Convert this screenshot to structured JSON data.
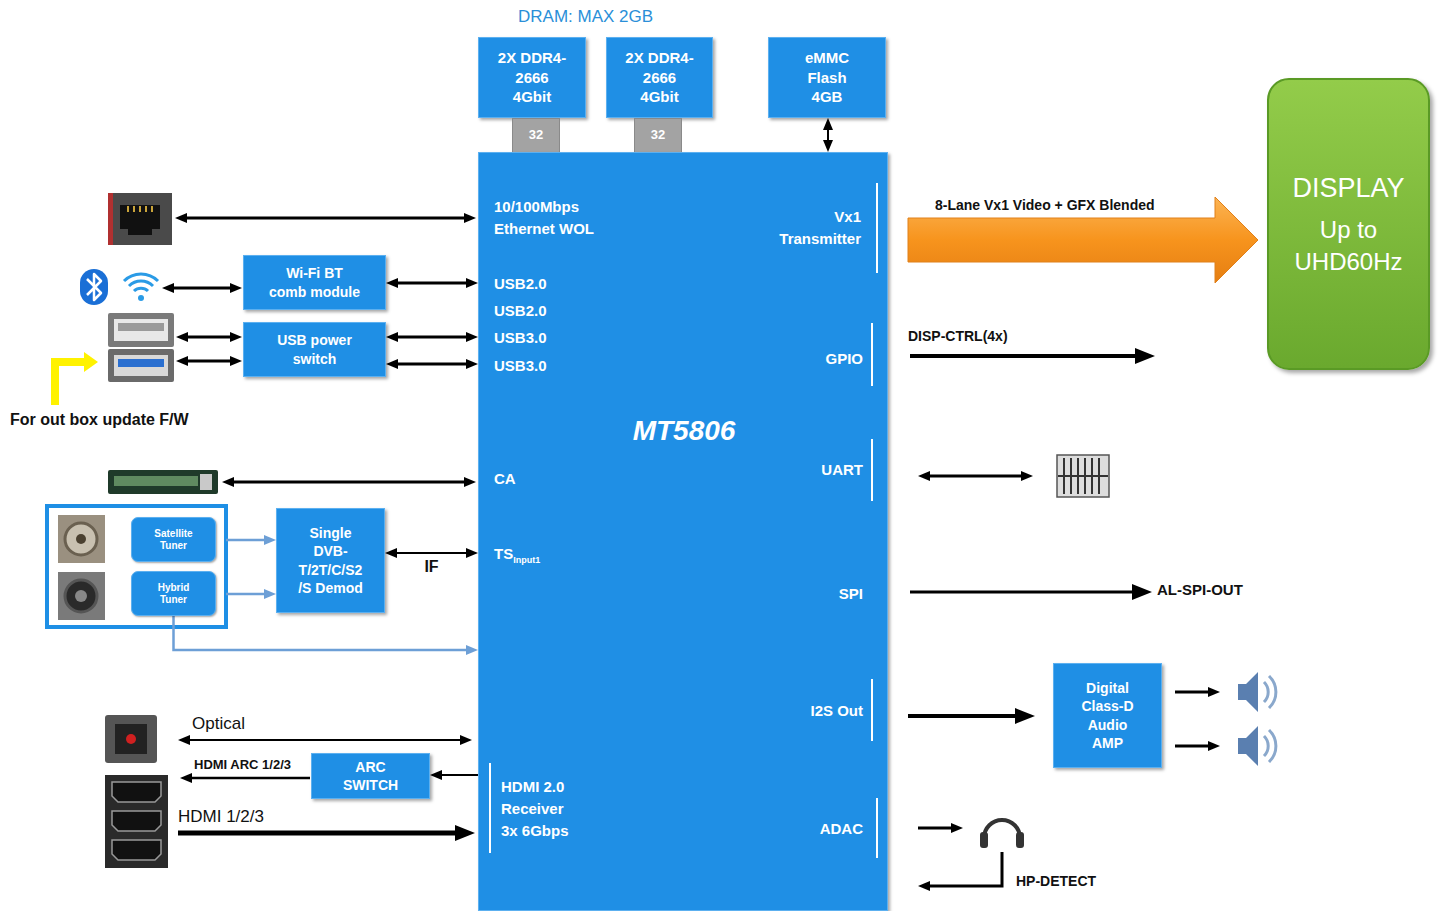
{
  "diagram": {
    "nodes": [
      {
        "text": [
          "2X DDR4- 2666 4Gbit"
        ]
      },
      {
        "text": [
          "2X DDR4- 2666 4Gbit"
        ]
      },
      {
        "text": [
          "eMMC Flash 4GB"
        ]
      },
      {
        "text": [
          "32"
        ]
      },
      {
        "text": [
          "32"
        ]
      },
      {
        "text": [
          "MT5806",
          "10/100Mbps Ethernet WOL",
          "USB2.0",
          "USB2.0",
          "USB3.0",
          "USB3.0",
          "CA",
          "TS",
          "Input1",
          "HDMI 2.0 Receiver 3x 6Gbps",
          "Vx1 Transmitter",
          "GPIO",
          "UART",
          "SPI",
          "I2S Out",
          "ADAC"
        ]
      },
      {
        "text": [
          "Wi-Fi BT comb module"
        ]
      },
      {
        "text": [
          "USB power switch"
        ]
      },
      {
        "text": [
          "Satellite Tuner"
        ]
      },
      {
        "text": [
          "Hybrid Tuner"
        ]
      },
      {
        "text": [
          "Single DVB- T/2T/C/S2 /S Demod"
        ]
      },
      {
        "text": [
          "ARC SWITCH"
        ]
      },
      {
        "text": [
          "DISPLAY",
          "Up to UHD60Hz"
        ]
      },
      {
        "text": [
          "Digital Class-D Audio AMP"
        ]
      }
    ],
    "edges": [
      {
        "from": 2,
        "to": 5,
        "arrow": "both"
      },
      {
        "from": 6,
        "to": 5,
        "arrow": "both"
      },
      {
        "from": 7,
        "to": 5,
        "arrow": "both"
      },
      {
        "from": 7,
        "to": 5,
        "arrow": "both"
      },
      {
        "from": 8,
        "to": 10,
        "arrow": "to"
      },
      {
        "from": 9,
        "to": 10,
        "arrow": "to"
      },
      {
        "from": 9,
        "to": 5,
        "arrow": "to"
      },
      {
        "from": 10,
        "to": 5,
        "label": "IF",
        "arrow": "both"
      },
      {
        "from": 5,
        "to": 11,
        "arrow": "to"
      },
      {
        "from": 5,
        "to": 12,
        "label": "8-Lane Vx1 Video + GFX Blended",
        "arrow": "to"
      },
      {
        "from": 5,
        "to": 13,
        "arrow": "to"
      }
    ],
    "labels": [
      "DRAM: MAX 2GB",
      "For out box update F/W",
      "DISP-CTRL(4x)",
      "AL-SPI-OUT",
      "Optical",
      "HDMI ARC 1/2/3",
      "HDMI 1/2/3",
      "HP-DETECT"
    ]
  }
}
